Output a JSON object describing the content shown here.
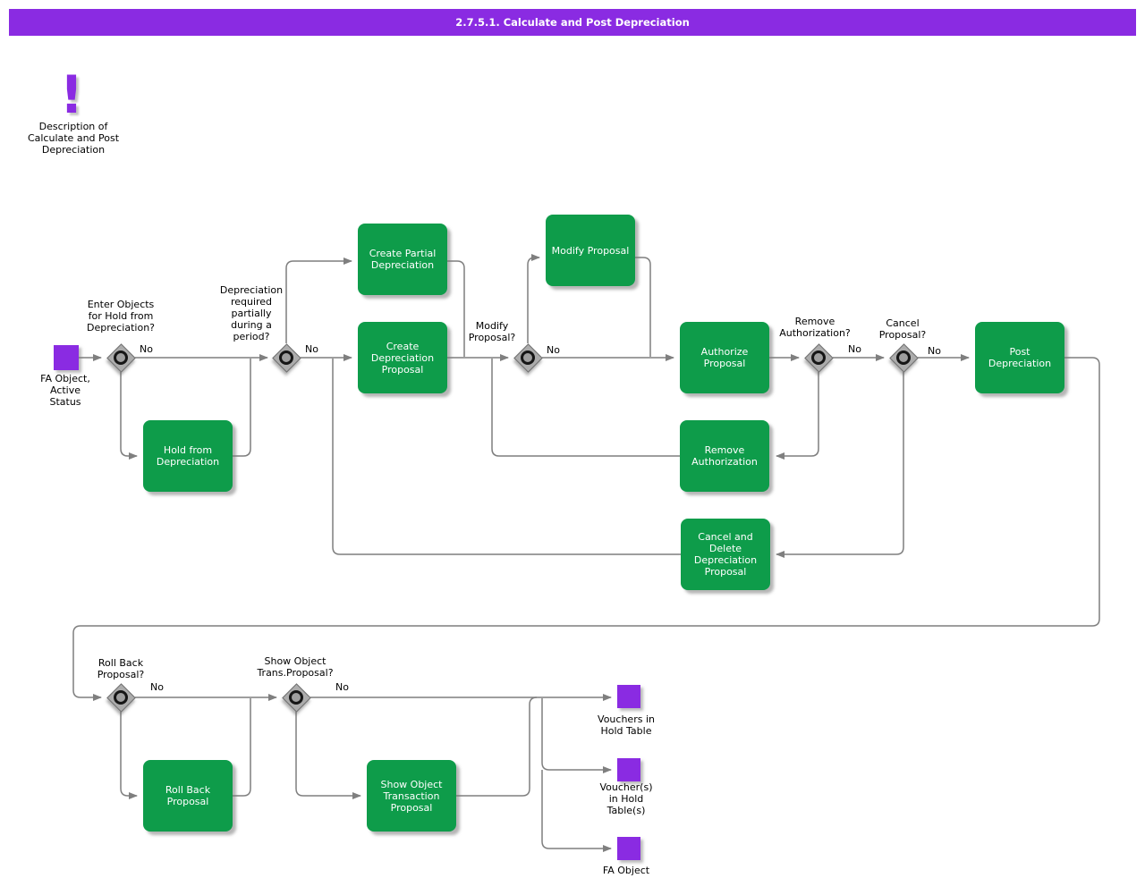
{
  "title_bar": {
    "title": "2.7.5.1. Calculate and Post Depreciation"
  },
  "colors": {
    "accent_purple": "#8A2BE2",
    "process_green": "#0E9C4A",
    "connector_gray": "#7F7F7F"
  },
  "description_note": {
    "icon_glyph": "!",
    "label": "Description of\nCalculate and Post\nDepreciation"
  },
  "start_node": {
    "label": "FA Object,\nActive\nStatus"
  },
  "process_nodes": {
    "create_partial_depreciation": {
      "label": "Create Partial\nDepreciation"
    },
    "modify_proposal": {
      "label": "Modify Proposal"
    },
    "create_depreciation_proposal": {
      "label": "Create\nDepreciation\nProposal"
    },
    "authorize_proposal": {
      "label": "Authorize\nProposal"
    },
    "post_depreciation": {
      "label": "Post\nDepreciation"
    },
    "hold_from_depreciation": {
      "label": "Hold from\nDepreciation"
    },
    "remove_authorization": {
      "label": "Remove\nAuthorization"
    },
    "cancel_delete_proposal": {
      "label": "Cancel and\nDelete\nDepreciation\nProposal"
    },
    "roll_back_proposal": {
      "label": "Roll Back\nProposal"
    },
    "show_object_transaction_proposal": {
      "label": "Show Object\nTransaction\nProposal"
    }
  },
  "decisions": {
    "enter_objects_hold": {
      "question": "Enter Objects\nfor Hold from\nDepreciation?",
      "no_label": "No"
    },
    "depreciation_partial": {
      "question": "Depreciation\nrequired\npartially\nduring a\nperiod?",
      "no_label": "No"
    },
    "modify_proposal": {
      "question": "Modify\nProposal?",
      "no_label": "No"
    },
    "remove_authorization": {
      "question": "Remove\nAuthorization?",
      "no_label": "No"
    },
    "cancel_proposal": {
      "question": "Cancel\nProposal?",
      "no_label": "No"
    },
    "roll_back_proposal": {
      "question": "Roll Back\nProposal?",
      "no_label": "No"
    },
    "show_object_trans": {
      "question": "Show Object\nTrans.Proposal?",
      "no_label": "No"
    }
  },
  "end_nodes": {
    "vouchers_in_hold_table": {
      "label": "Vouchers in\nHold Table"
    },
    "vouchers_in_hold_tables": {
      "label": "Voucher(s)\nin Hold\nTable(s)"
    },
    "fa_object": {
      "label": "FA Object"
    }
  }
}
